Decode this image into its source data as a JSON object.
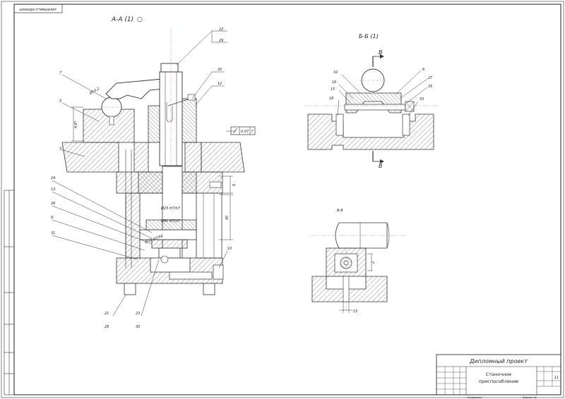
{
  "drawing": {
    "stamp_text": "шмаоди птямшилит",
    "views": {
      "aa": {
        "title": "А-А (1)",
        "symbol": "○"
      },
      "bb": {
        "title": "Б-Б (1)",
        "cut_letter_top": "В",
        "cut_letter_bottom": "В"
      },
      "vv": {
        "title": "В-В"
      }
    },
    "callouts_aa": [
      "22",
      "29",
      "7",
      "20",
      "12",
      "5",
      "3",
      "24",
      "13",
      "26",
      "9",
      "31",
      "10",
      "21",
      "28",
      "23",
      "30"
    ],
    "callouts_bb": [
      "32",
      "6",
      "27",
      "16",
      "15",
      "35",
      "18",
      "33"
    ],
    "dimensions_aa": {
      "d_ball": "Ø14,2",
      "h_left": "4,8*",
      "tol_box": "0,07",
      "tol_ref": "Г",
      "d1": "Ø25 H7/h7",
      "d2": "Ø60 H7/h7",
      "d3": "Ø30 H7/h6",
      "r_dim": "6",
      "h_right": "40"
    },
    "dimensions_vv": {
      "width": "15",
      "small": "2"
    },
    "title_block": {
      "heading": "Дипломный проект",
      "name_line1": "Станочное",
      "name_line2": "приспособление",
      "sheet_value": "11",
      "copied": "Копировал",
      "format": "Формат   А1"
    }
  }
}
